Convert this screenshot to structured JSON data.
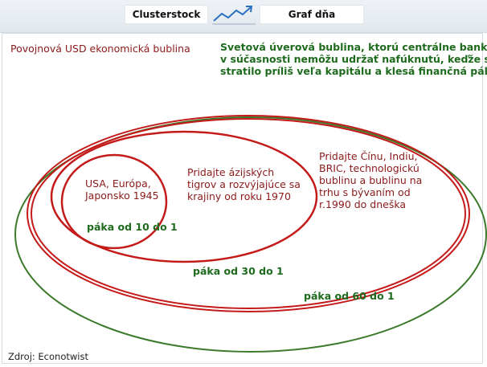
{
  "header": {
    "tab_left": "Clusterstock",
    "tab_right": "Graf dňa"
  },
  "diagram": {
    "title_left": "Povojnová USD ekonomická bublina",
    "title_right": [
      "Svetová úverová bublina, ktorú centrálne banky",
      "v súčasnosti nemôžu udržať nafúknutú, keďže sa",
      "stratilo príliš veľa kapitálu a  klesá finančná páka"
    ],
    "inner_label": [
      "USA, Európa,",
      "Japonsko 1945"
    ],
    "inner_leverage": "páka od 10 do 1",
    "middle_label": [
      "Pridajte ázijských",
      "tigrov a rozvýjajúce sa",
      "krajiny od roku 1970"
    ],
    "middle_leverage": "páka od 30 do 1",
    "outer_label": [
      "Pridajte Čínu, Indiu,",
      "BRIC, technologickú",
      "bublinu a bublinu na",
      "trhu s bývaním od",
      "r.1990 do dneška"
    ],
    "outer_leverage": "páka od 60 do 1"
  },
  "footer": {
    "source": "Zdroj: Econotwist"
  },
  "colors": {
    "red": "#c41a1a",
    "green": "#3a7a2a",
    "text_red": "#8b1a1a",
    "text_green": "#1e6b1e"
  }
}
